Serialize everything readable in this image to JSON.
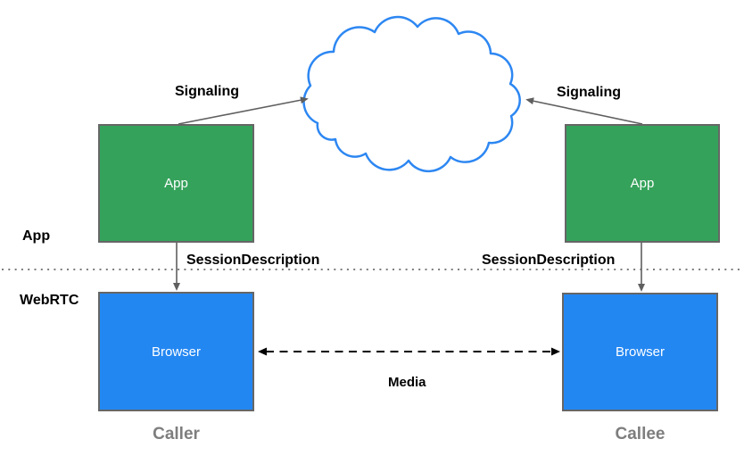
{
  "nodes": {
    "app_left": "App",
    "app_right": "App",
    "browser_left": "Browser",
    "browser_right": "Browser"
  },
  "labels": {
    "signaling_left": "Signaling",
    "signaling_right": "Signaling",
    "session_description_left": "SessionDescription",
    "session_description_right": "SessionDescription",
    "media": "Media",
    "layer_app": "App",
    "layer_webrtc": "WebRTC",
    "caller": "Caller",
    "callee": "Callee"
  },
  "colors": {
    "app_box_fill": "#35a25b",
    "browser_box_fill": "#2387f2",
    "cloud_stroke": "#2d87f2",
    "box_border": "#666666",
    "arrow_gray": "#5f5f5f",
    "arrow_black": "#000000",
    "divider_dots": "#7d7d7d",
    "role_label_gray": "#7e7e7e"
  }
}
